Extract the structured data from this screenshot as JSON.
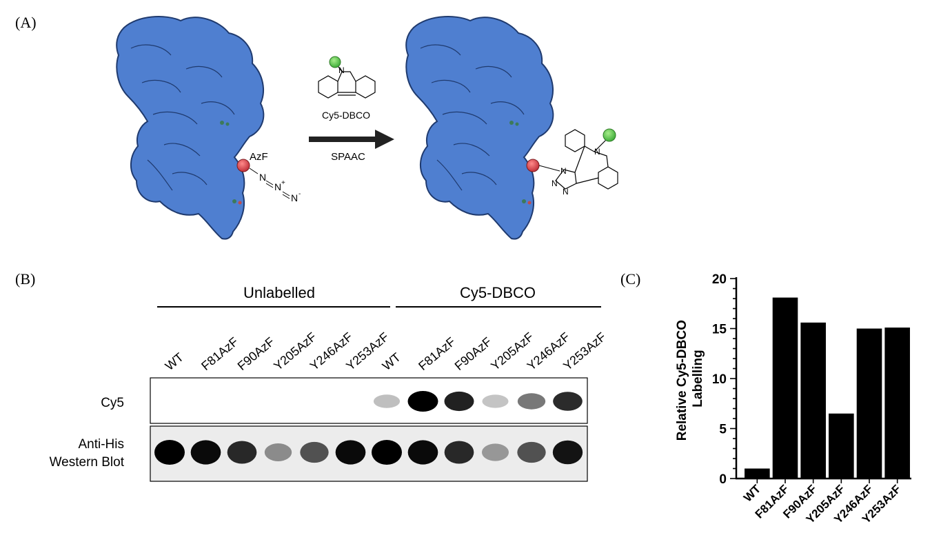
{
  "panels": {
    "a": "(A)",
    "b": "(B)",
    "c": "(C)"
  },
  "scheme": {
    "reagent": "Cy5-DBCO",
    "reaction": "SPAAC",
    "site": "AzF",
    "azide": [
      "N",
      "N",
      "+",
      "N",
      "-"
    ],
    "amine": "N",
    "triazole": [
      "N",
      "N",
      "N"
    ],
    "colors": {
      "protein": "#4f7fd0",
      "protein_edge": "#1f3a6e",
      "azf_marker": "#c0303a",
      "cy5": "#3fae3a"
    }
  },
  "blot": {
    "groups": [
      "Unlabelled",
      "Cy5-DBCO"
    ],
    "lanes": [
      "WT",
      "F81AzF",
      "F90AzF",
      "Y205AzF",
      "Y246AzF",
      "Y253AzF",
      "WT",
      "F81AzF",
      "F90AzF",
      "Y205AzF",
      "Y246AzF",
      "Y253AzF"
    ],
    "rows": [
      {
        "label": [
          "Cy5"
        ],
        "intensity": [
          0,
          0,
          0,
          0,
          0,
          0,
          0.12,
          1.0,
          0.85,
          0.1,
          0.45,
          0.8
        ]
      },
      {
        "label": [
          "Anti-His",
          "Western Blot"
        ],
        "intensity": [
          1.0,
          0.95,
          0.8,
          0.3,
          0.6,
          0.95,
          1.0,
          0.95,
          0.8,
          0.25,
          0.6,
          0.9
        ]
      }
    ]
  },
  "chart_data": {
    "type": "bar",
    "categories": [
      "WT",
      "F81AzF",
      "F90AzF",
      "Y205AzF",
      "Y246AzF",
      "Y253AzF"
    ],
    "values": [
      1.0,
      18.1,
      15.6,
      6.5,
      15.0,
      15.1
    ],
    "title": "",
    "xlabel": "",
    "ylabel": "Relative Cy5-DBCO Labelling",
    "ylim": [
      0,
      20
    ],
    "yticks": [
      "0",
      "5",
      "10",
      "15",
      "20"
    ],
    "grid": false,
    "bar_color": "#000000"
  }
}
